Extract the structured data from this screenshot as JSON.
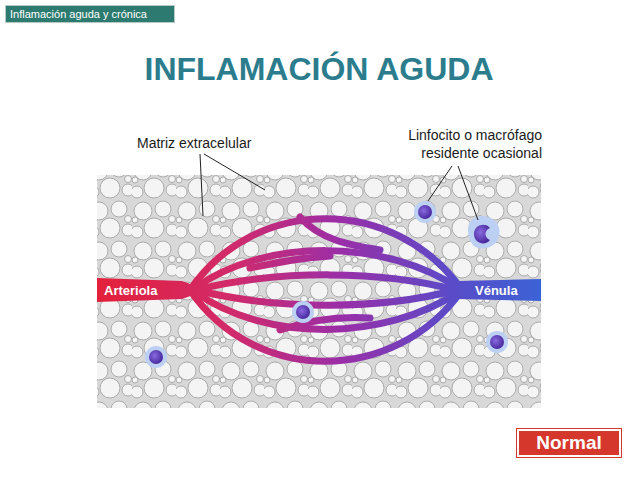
{
  "diagram": {
    "title": "INFLAMACIÓN AGUDA",
    "nodes": [
      {
        "text": [
          "Inflamación aguda y crónica"
        ]
      },
      {
        "text": [
          "Normal"
        ]
      }
    ],
    "labels": [
      "Matriz extracelular",
      "Linfocito o macrófago residente ocasional",
      "Arteriola",
      "Vénula"
    ]
  }
}
